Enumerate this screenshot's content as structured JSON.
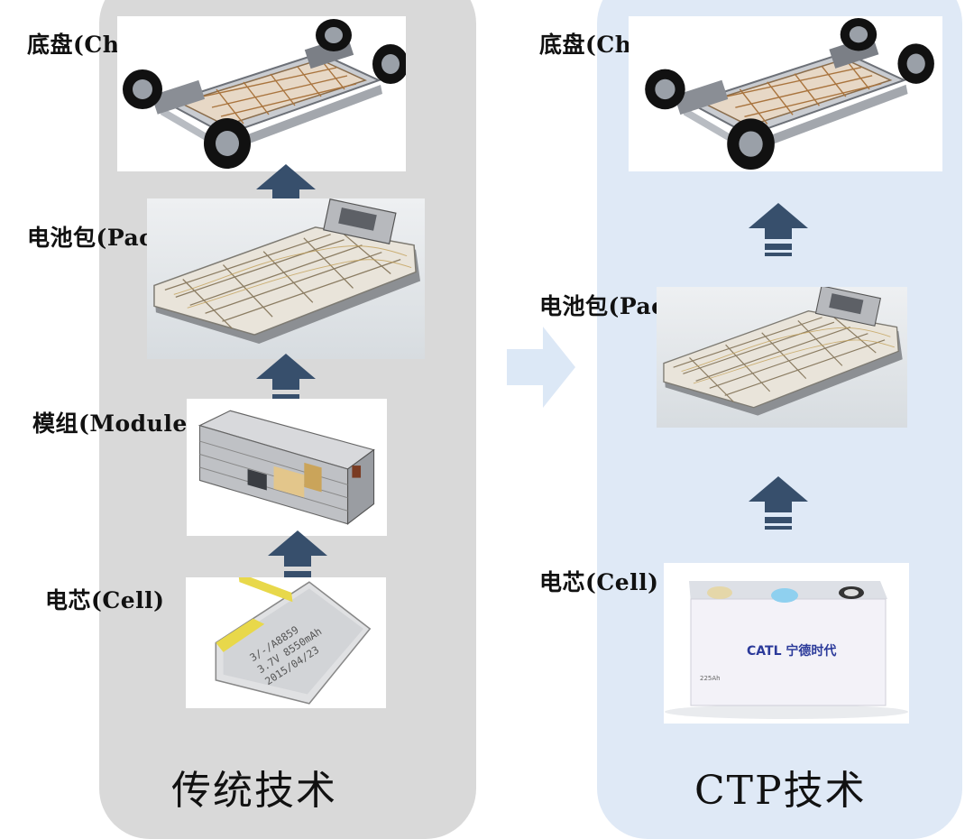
{
  "colors": {
    "traditional_panel": "#d9d9d9",
    "ctp_panel": "#dfe9f6",
    "up_arrow": "#374f6c",
    "transition_arrow": "#dce8f6"
  },
  "traditional": {
    "chassis_label": "底盘(Chassis)",
    "pack_label": "电池包(Pack)",
    "module_label": "模组(Module)",
    "cell_label": "电芯(Cell)",
    "footer": "传统技术"
  },
  "ctp": {
    "chassis_label": "底盘(Chassis)",
    "pack_label": "电池包(Pack)",
    "cell_label": "电芯(Cell)",
    "footer": "CTP技术",
    "cell_brand": "CATL 宁德时代",
    "cell_capacity": "225Ah"
  },
  "pouch_cell_print": [
    "3/-/A8859",
    "3.7V 8550mAh",
    "2015/04/23"
  ],
  "icons": [
    "up-arrow-icon",
    "right-arrow-icon"
  ]
}
